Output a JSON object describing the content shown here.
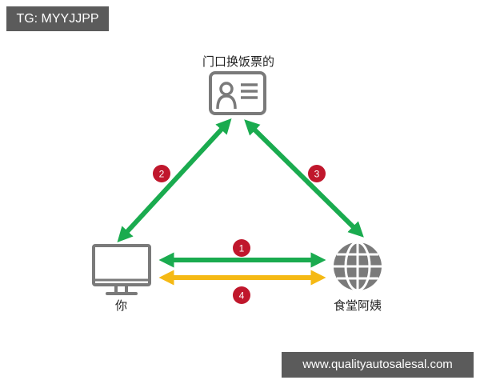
{
  "watermark_top": "TG: MYYJJPP",
  "watermark_bottom": "www.qualityautosalesal.com",
  "nodes": {
    "top": {
      "label": "门口换饭票的",
      "icon": "id-card-icon"
    },
    "left": {
      "label": "你",
      "icon": "monitor-icon"
    },
    "right": {
      "label": "食堂阿姨",
      "icon": "globe-icon"
    }
  },
  "edges": [
    {
      "step": "1",
      "from": "left",
      "to": "right",
      "color": "#1aab4f"
    },
    {
      "step": "2",
      "from": "left",
      "to": "top",
      "color": "#1aab4f"
    },
    {
      "step": "3",
      "from": "top",
      "to": "right",
      "color": "#1aab4f"
    },
    {
      "step": "4",
      "from": "left",
      "to": "right",
      "color": "#f5b914"
    }
  ],
  "colors": {
    "green": "#1aab4f",
    "yellow": "#f5b914",
    "badge": "#c0172c",
    "icon": "#7a7a7a",
    "watermark_bg": "#5b5b5b"
  }
}
